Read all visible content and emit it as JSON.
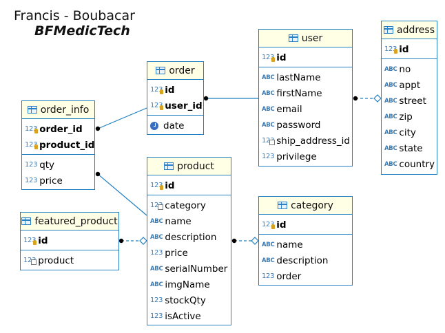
{
  "header": {
    "title": "Francis - Boubacar",
    "subtitle": "BFMedicTech"
  },
  "entities": {
    "order": {
      "name": "order",
      "sections": [
        [
          {
            "label": "id",
            "type": "123",
            "key": "pk"
          },
          {
            "label": "user_id",
            "type": "123",
            "key": "pk"
          }
        ],
        [
          {
            "label": "date",
            "type": "date"
          }
        ]
      ]
    },
    "user": {
      "name": "user",
      "sections": [
        [
          {
            "label": "id",
            "type": "123",
            "key": "pk"
          }
        ],
        [
          {
            "label": "lastName",
            "type": "ABC"
          },
          {
            "label": "firstName",
            "type": "ABC"
          },
          {
            "label": "email",
            "type": "ABC"
          },
          {
            "label": "password",
            "type": "ABC"
          },
          {
            "label": "ship_address_id",
            "type": "123",
            "key": "fk"
          },
          {
            "label": "privilege",
            "type": "123"
          }
        ]
      ]
    },
    "address": {
      "name": "address",
      "sections": [
        [
          {
            "label": "id",
            "type": "123",
            "key": "pk"
          }
        ],
        [
          {
            "label": "no",
            "type": "ABC"
          },
          {
            "label": "appt",
            "type": "ABC"
          },
          {
            "label": "street",
            "type": "ABC"
          },
          {
            "label": "zip",
            "type": "ABC"
          },
          {
            "label": "city",
            "type": "ABC"
          },
          {
            "label": "state",
            "type": "ABC"
          },
          {
            "label": "country",
            "type": "ABC"
          }
        ]
      ]
    },
    "order_info": {
      "name": "order_info",
      "sections": [
        [
          {
            "label": "order_id",
            "type": "123",
            "key": "pk"
          },
          {
            "label": "product_id",
            "type": "123",
            "key": "pk"
          }
        ],
        [
          {
            "label": "qty",
            "type": "123"
          },
          {
            "label": "price",
            "type": "123"
          }
        ]
      ]
    },
    "product": {
      "name": "product",
      "sections": [
        [
          {
            "label": "id",
            "type": "123",
            "key": "pk"
          }
        ],
        [
          {
            "label": "category",
            "type": "123",
            "key": "fk"
          },
          {
            "label": "name",
            "type": "ABC"
          },
          {
            "label": "description",
            "type": "ABC"
          },
          {
            "label": "price",
            "type": "123"
          },
          {
            "label": "serialNumber",
            "type": "ABC"
          },
          {
            "label": "imgName",
            "type": "ABC"
          },
          {
            "label": "stockQty",
            "type": "123"
          },
          {
            "label": "isActive",
            "type": "123"
          }
        ]
      ]
    },
    "category": {
      "name": "category",
      "sections": [
        [
          {
            "label": "id",
            "type": "123",
            "key": "pk"
          }
        ],
        [
          {
            "label": "name",
            "type": "ABC"
          },
          {
            "label": "description",
            "type": "ABC"
          },
          {
            "label": "order",
            "type": "123"
          }
        ]
      ]
    },
    "featured_product": {
      "name": "featured_product",
      "sections": [
        [
          {
            "label": "id",
            "type": "123",
            "key": "pk"
          }
        ],
        [
          {
            "label": "product",
            "type": "123",
            "key": "fk"
          }
        ]
      ]
    }
  },
  "colors": {
    "border": "#1f7fc0",
    "header_bg": "#ffffe6",
    "type_icon": "#3a7bb5"
  }
}
